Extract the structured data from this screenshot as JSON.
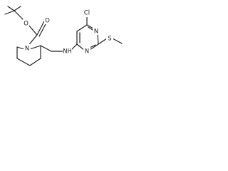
{
  "structure": {
    "atoms": {
      "carbonyl_o": "O",
      "ester_o": "O",
      "piperidine_n": "N",
      "amine_nh": "NH",
      "chloro": "Cl",
      "pyrimidine_n_top": "N",
      "pyrimidine_n_bottom": "N",
      "thioether_s": "S"
    }
  }
}
